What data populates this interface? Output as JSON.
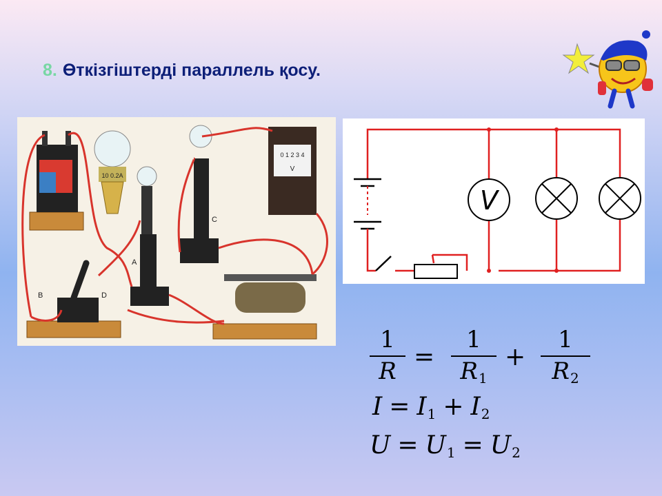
{
  "slide": {
    "number": "8.",
    "title": "Өткізгіштерді параллель қосу."
  },
  "photo": {
    "label_a": "A",
    "label_b": "B",
    "label_c": "C",
    "label_d": "D",
    "lamp_marking": "10 0.2A",
    "meter_symbol": "V",
    "meter_scale": "0 1 2 3 4"
  },
  "schematic": {
    "voltmeter_symbol": "V",
    "wire_color": "#e02020"
  },
  "formulas": {
    "f1_num": "1",
    "f1_lhs_den": "R",
    "f1_eq": "=",
    "f1_r1_num": "1",
    "f1_r1_den": "R",
    "f1_r1_sub": "1",
    "f1_plus": "+",
    "f1_r2_num": "1",
    "f1_r2_den": "R",
    "f1_r2_sub": "2",
    "f2_lhs": "I",
    "f2_eq": "=",
    "f2_t1": "I",
    "f2_t1_sub": "1",
    "f2_plus": "+",
    "f2_t2": "I",
    "f2_t2_sub": "2",
    "f3_lhs": "U",
    "f3_eq1": "=",
    "f3_t1": "U",
    "f3_t1_sub": "1",
    "f3_eq2": "=",
    "f3_t2": "U",
    "f3_t2_sub": "2"
  }
}
